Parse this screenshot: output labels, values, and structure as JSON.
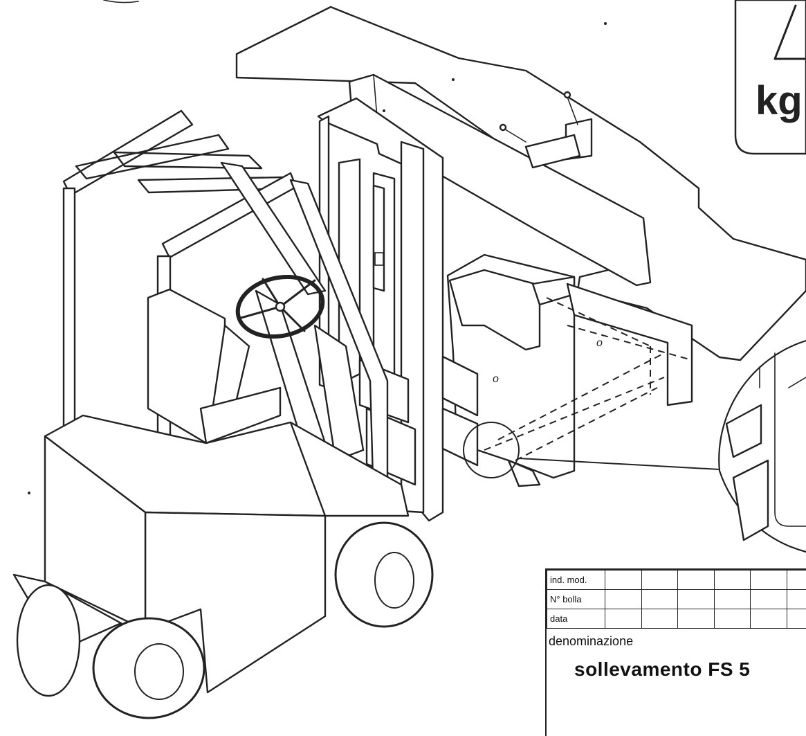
{
  "warning_sign": {
    "text": "kg",
    "icon": "warning-triangle-icon"
  },
  "title_block": {
    "rows": [
      {
        "label": "ind. mod."
      },
      {
        "label": "N° bolla"
      },
      {
        "label": "data"
      }
    ],
    "denomination_label": "denominazione",
    "denomination_value": "sollevamento FS 5"
  },
  "drawing": {
    "subject": "forklift-lifting-machine",
    "icons": [
      "forklift-icon",
      "machine-icon",
      "fork-detail-icon"
    ]
  }
}
